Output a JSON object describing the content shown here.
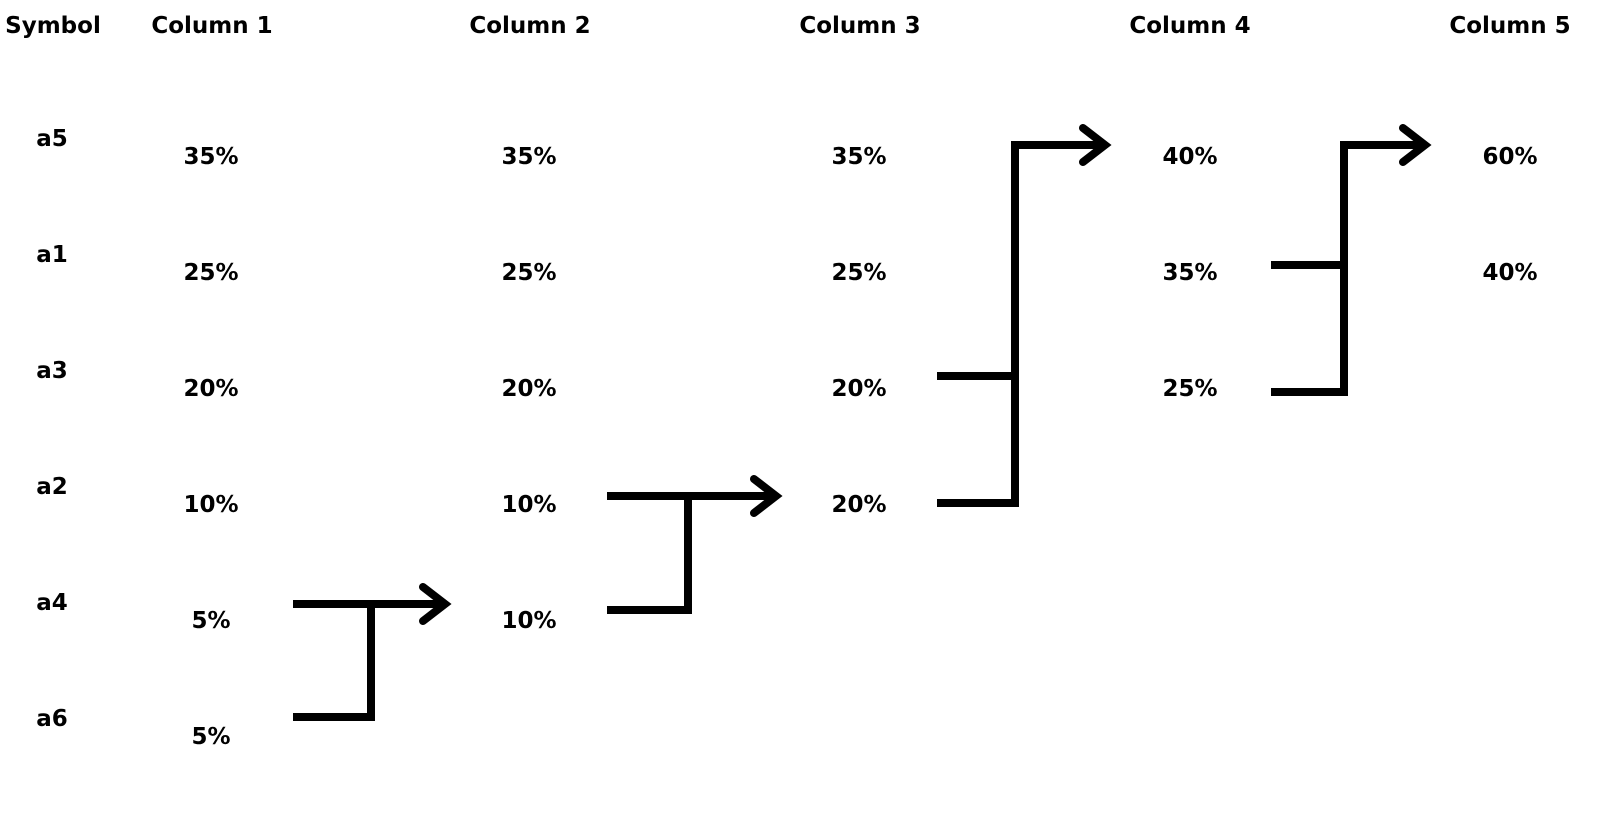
{
  "headers": {
    "symbol": "Symbol",
    "col1": "Column 1",
    "col2": "Column 2",
    "col3": "Column 3",
    "col4": "Column 4",
    "col5": "Column 5"
  },
  "symbols": [
    "a5",
    "a1",
    "a3",
    "a2",
    "a4",
    "a6"
  ],
  "columns": [
    [
      "35%",
      "25%",
      "20%",
      "10%",
      "5%",
      "5%"
    ],
    [
      "35%",
      "25%",
      "20%",
      "10%",
      "10%"
    ],
    [
      "35%",
      "25%",
      "20%",
      "20%"
    ],
    [
      "40%",
      "35%",
      "25%"
    ],
    [
      "60%",
      "40%"
    ]
  ],
  "colors": {
    "ink": "#000000",
    "background": "#ffffff"
  }
}
